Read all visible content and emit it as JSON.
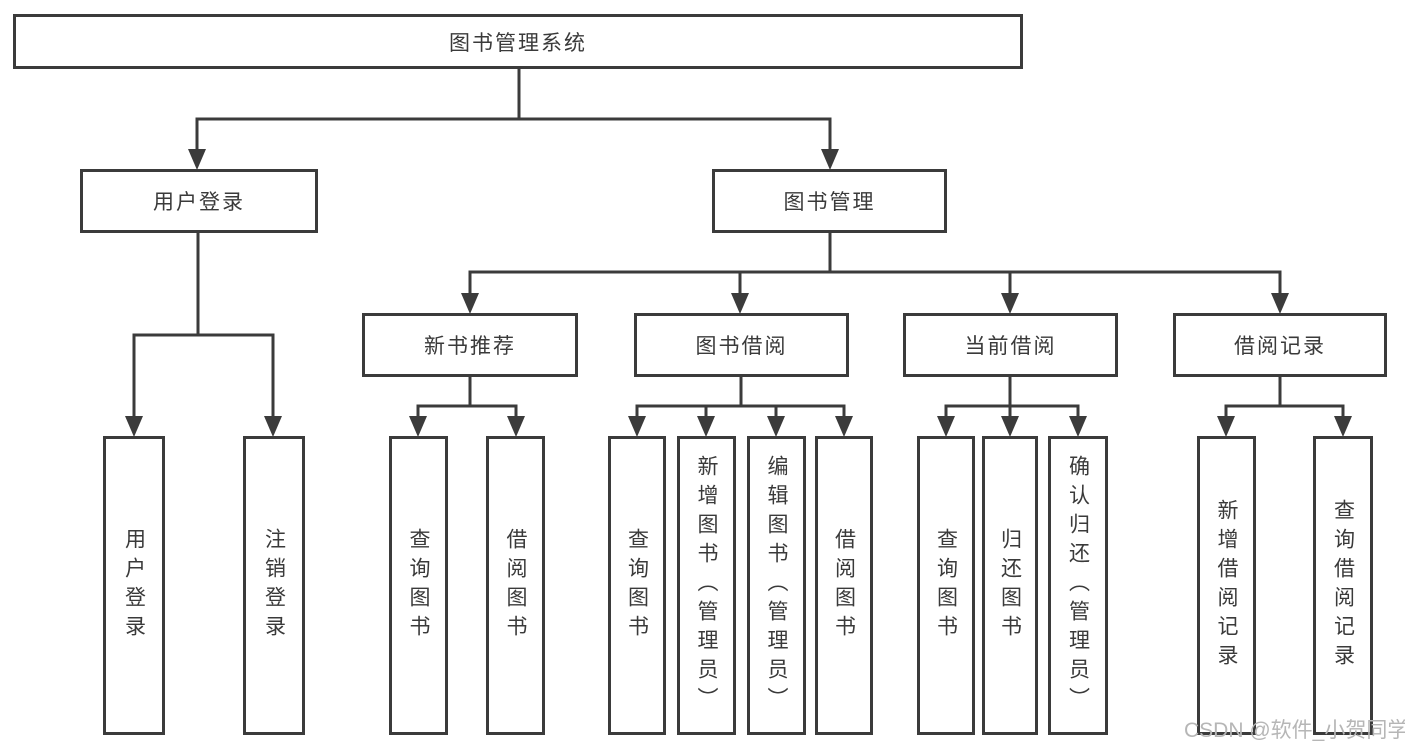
{
  "diagram": {
    "type": "tree-diagram",
    "root": {
      "label": "图书管理系统",
      "children": [
        {
          "label": "用户登录",
          "children": [
            {
              "label": "用户登录"
            },
            {
              "label": "注销登录"
            }
          ]
        },
        {
          "label": "图书管理",
          "children": [
            {
              "label": "新书推荐",
              "children": [
                {
                  "label": "查询图书"
                },
                {
                  "label": "借阅图书"
                }
              ]
            },
            {
              "label": "图书借阅",
              "children": [
                {
                  "label": "查询图书"
                },
                {
                  "label": "新增图书（管理员）"
                },
                {
                  "label": "编辑图书（管理员）"
                },
                {
                  "label": "借阅图书"
                }
              ]
            },
            {
              "label": "当前借阅",
              "children": [
                {
                  "label": "查询图书"
                },
                {
                  "label": "归还图书"
                },
                {
                  "label": "确认归还（管理员）"
                }
              ]
            },
            {
              "label": "借阅记录",
              "children": [
                {
                  "label": "新增借阅记录"
                },
                {
                  "label": "查询借阅记录"
                }
              ]
            }
          ]
        }
      ]
    },
    "watermark": "CSDN @软件_小贺同学"
  },
  "colors": {
    "line": "#3b3b3b",
    "text": "#3a3a3a",
    "background": "#ffffff",
    "watermark": "#b6b6b6"
  }
}
